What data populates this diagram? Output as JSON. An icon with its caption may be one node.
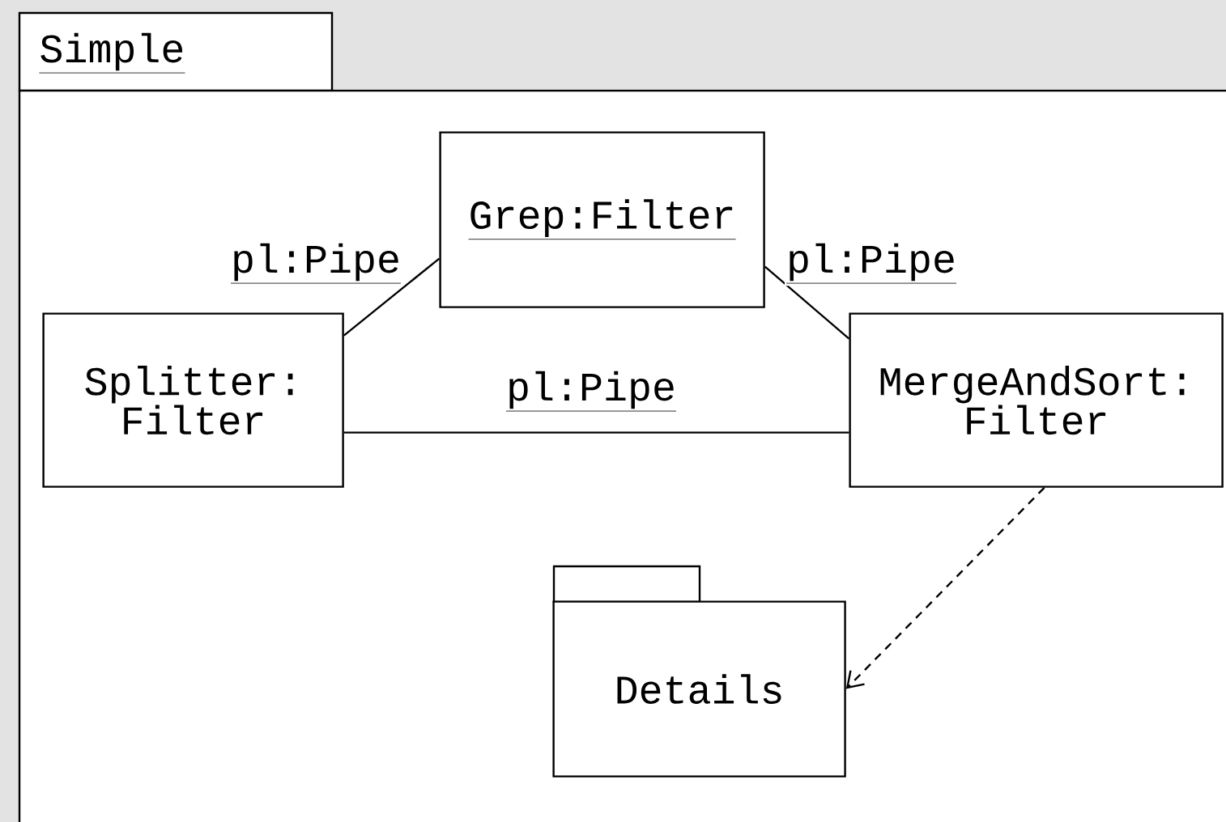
{
  "diagram": {
    "nodes": [
      {
        "text": [
          "Simple"
        ]
      },
      {
        "text": [
          "Grep:Filter"
        ],
        "in": 0
      },
      {
        "text": [
          "Splitter: Filter"
        ],
        "in": 0
      },
      {
        "text": [
          "MergeAndSort: Filter"
        ],
        "in": 0
      },
      {
        "text": [
          "Details"
        ],
        "in": 0
      }
    ],
    "edges": [
      {
        "from": 2,
        "to": 1,
        "arrow": "none",
        "label": "pl:Pipe"
      },
      {
        "from": 1,
        "to": 3,
        "arrow": "none",
        "label": "pl:Pipe"
      },
      {
        "from": 2,
        "to": 3,
        "arrow": "none",
        "label": "pl:Pipe"
      },
      {
        "from": 3,
        "to": 4,
        "arrow": "to",
        "style": "dashed"
      }
    ]
  }
}
